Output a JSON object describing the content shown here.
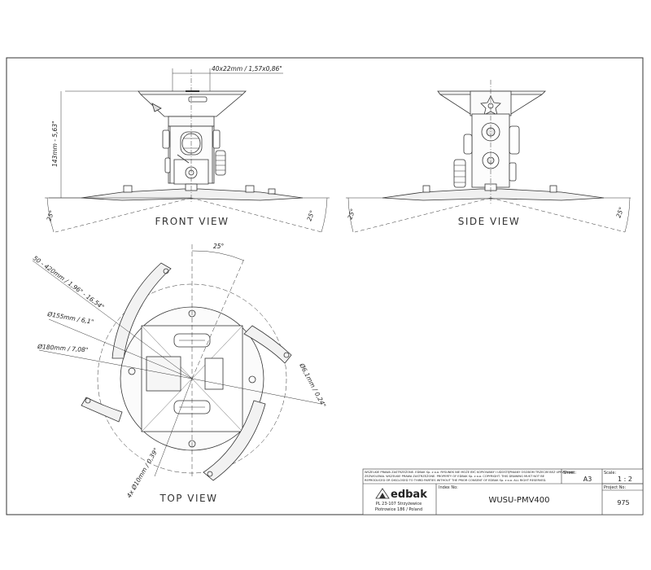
{
  "views": {
    "front": "FRONT VIEW",
    "side": "SIDE VIEW",
    "top": "TOP VIEW"
  },
  "dims": {
    "plate_width": "40x22mm / 1,57x0,86\"",
    "height": "143mm - 5,63\"",
    "angle_front_left": "25°",
    "angle_front_right": "25°",
    "angle_side_left": "25°",
    "angle_side_right": "25°",
    "angle_top": "25°",
    "arm_range": "50 - 420mm / 1,96\" - 16,54\"",
    "dia_155": "Ø155mm / 6,1\"",
    "dia_180": "Ø180mm / 7,08\"",
    "dia_6": "Ø6,1mm / 0,24\"",
    "holes": "4x Ø10mm / 0,39\""
  },
  "title_block": {
    "copyright_lines": [
      "WSZELKIE PRAWA ZASTRZEŻONE. EDBAK Sp. z o.o. RYSUNEK NIE MOŻE BYĆ KOPIOWANY I UDOSTĘPNIANY OSOBOM TRZECIM BEZ UPRZEDNIEJ",
      "ZEZWOLENIA. WSZELKIE PRAWA ZASTRZEŻONE. PROPERTY OF EDBAK Sp. z o.o. COPYRIGHT. THIS DRAWING MUST NOT BE",
      "REPRODUCED OR DISCLOSED TO THIRD PARTIES WITHOUT THE PRIOR CONSENT OF EDBAK Sp. z o.o. ALL RIGHT RESERVED."
    ],
    "sheet_label": "Sheet:",
    "sheet_value": "A3",
    "scale_label": "Scale:",
    "scale_value": "1 : 2",
    "index_label": "Index No:",
    "index_value": "WUSU-PMV400",
    "project_label": "Project No:",
    "project_value": "975",
    "logo_text": "edbak",
    "address_lines": [
      "PL 23-107 Strzyżewice",
      "Piotrowice 186 / Poland"
    ]
  }
}
